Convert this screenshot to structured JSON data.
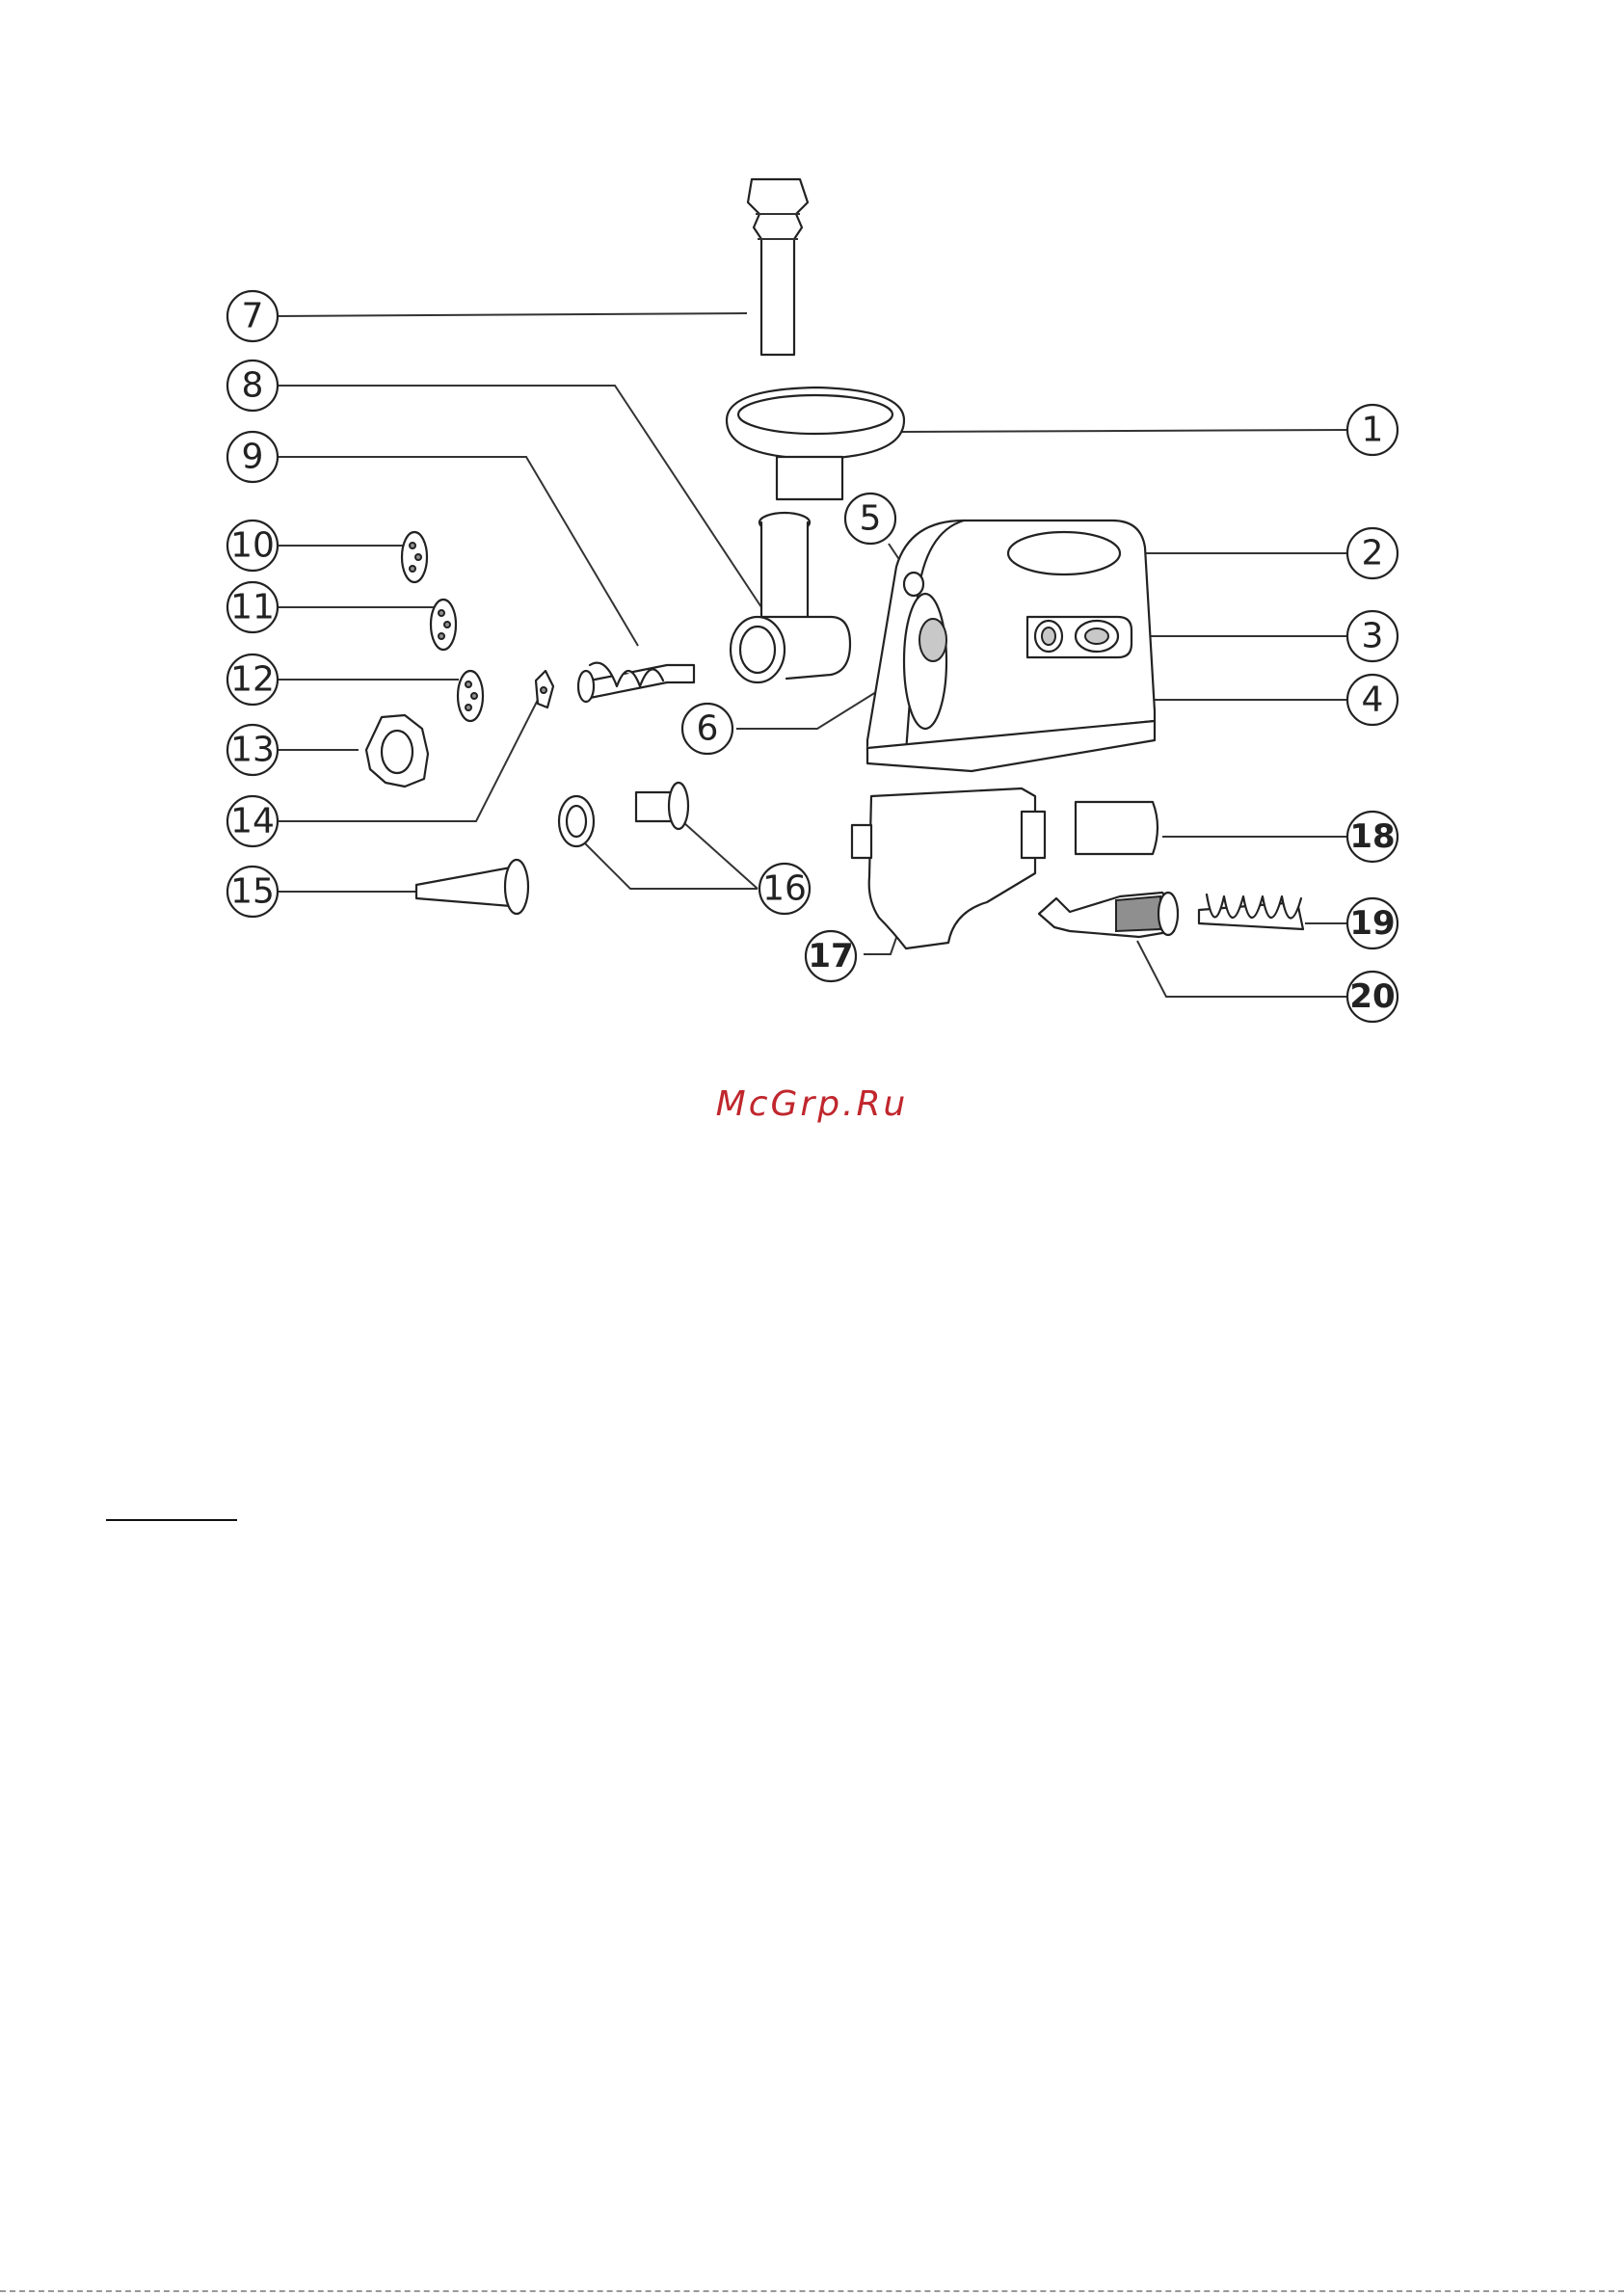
{
  "diagram": {
    "callouts": [
      {
        "id": "1",
        "label": "1",
        "part": "hopper-tray"
      },
      {
        "id": "2",
        "label": "2",
        "part": "motor-housing"
      },
      {
        "id": "3",
        "label": "3",
        "part": "on-off-switch"
      },
      {
        "id": "4",
        "label": "4",
        "part": "reverse-button"
      },
      {
        "id": "5",
        "label": "5",
        "part": "release-button"
      },
      {
        "id": "6",
        "label": "6",
        "part": "drive-socket"
      },
      {
        "id": "7",
        "label": "7",
        "part": "food-pusher"
      },
      {
        "id": "8",
        "label": "8",
        "part": "grinder-head"
      },
      {
        "id": "9",
        "label": "9",
        "part": "feed-screw"
      },
      {
        "id": "10",
        "label": "10",
        "part": "cutting-plate-fine"
      },
      {
        "id": "11",
        "label": "11",
        "part": "cutting-plate-medium"
      },
      {
        "id": "12",
        "label": "12",
        "part": "cutting-plate-coarse"
      },
      {
        "id": "13",
        "label": "13",
        "part": "ring-nut"
      },
      {
        "id": "14",
        "label": "14",
        "part": "cross-blade"
      },
      {
        "id": "15",
        "label": "15",
        "part": "sausage-nozzle"
      },
      {
        "id": "16",
        "label": "16",
        "part": "kibbe-attachment"
      },
      {
        "id": "17",
        "label": "17",
        "part": "juicer-housing"
      },
      {
        "id": "18",
        "label": "18",
        "part": "juicer-end-cap"
      },
      {
        "id": "19",
        "label": "19",
        "part": "juicer-screw"
      },
      {
        "id": "20",
        "label": "20",
        "part": "juicer-strainer"
      }
    ]
  },
  "watermark": {
    "text": "McGrp.Ru",
    "color": "#c0272d"
  }
}
